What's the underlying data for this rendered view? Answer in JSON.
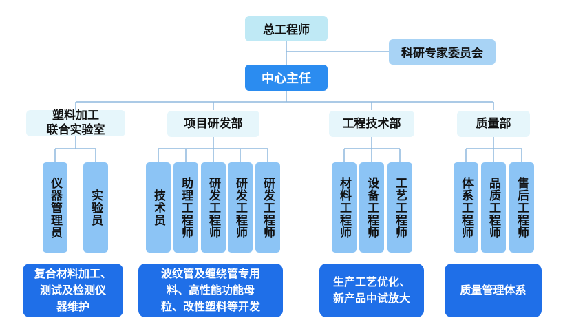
{
  "chief_engineer": "总工程师",
  "expert_committee": "科研专家委员会",
  "center_director": "中心主任",
  "departments": [
    {
      "name": "塑料加工\n联合实验室",
      "roles": [
        "仪器管理员",
        "实验员"
      ],
      "duty": "复合材料加工、\n测试及检测仪\n器维护"
    },
    {
      "name": "项目研发部",
      "roles": [
        "技术员",
        "助理工程师",
        "研发工程师",
        "研发工程师",
        "研发工程师"
      ],
      "duty": "波纹管及缠绕管专用\n料、高性能功能母\n粒、改性塑料等开发"
    },
    {
      "name": "工程技术部",
      "roles": [
        "材料工程师",
        "设备工程师",
        "工艺工程师"
      ],
      "duty": "生产工艺优化、\n新产品中试放大"
    },
    {
      "name": "质量部",
      "roles": [
        "体系工程师",
        "品质工程师",
        "售后工程师"
      ],
      "duty": "质量管理体系"
    }
  ]
}
